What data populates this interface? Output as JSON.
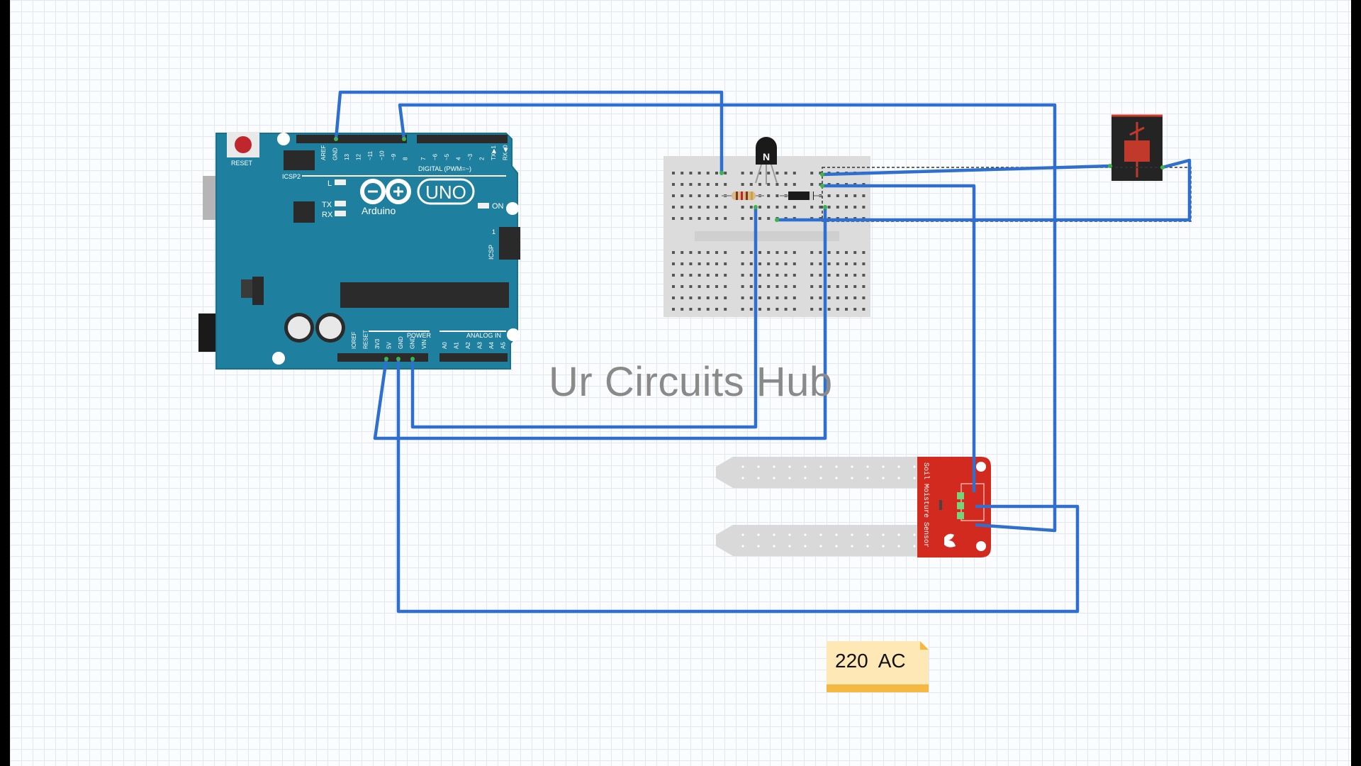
{
  "arduino": {
    "reset_label": "RESET",
    "icsp2_label": "ICSP2",
    "icsp_label": "ICSP",
    "brand": "Arduino",
    "model": "UNO",
    "led_l": "L",
    "led_tx": "TX",
    "led_rx": "RX",
    "led_on": "ON",
    "digital_label": "DIGITAL (PWM=~)",
    "power_label": "POWER",
    "analog_label": "ANALOG IN",
    "icsp_pin1": "1",
    "top_pins": [
      "AREF",
      "GND",
      "13",
      "12",
      "~11",
      "~10",
      "~9",
      "8",
      "7",
      "~6",
      "~5",
      "4",
      "~3",
      "2",
      "TX▶1",
      "RX◀0"
    ],
    "power_pins": [
      "IOREF",
      "RESET",
      "3V3",
      "5V",
      "GND",
      "GND",
      "VIN"
    ],
    "analog_pins": [
      "A0",
      "A1",
      "A2",
      "A3",
      "A4",
      "A5"
    ]
  },
  "transistor": {
    "label": "N"
  },
  "sensor": {
    "label": "Soil Moisture Sensor"
  },
  "watermark": "Ur Circuits Hub",
  "note": {
    "text": "220  AC"
  },
  "colors": {
    "wire": "#2f6fce",
    "board": "#1f7f9e",
    "sensor": "#d32a1f",
    "note": "#fde8b6",
    "note_accent": "#f5b942"
  }
}
